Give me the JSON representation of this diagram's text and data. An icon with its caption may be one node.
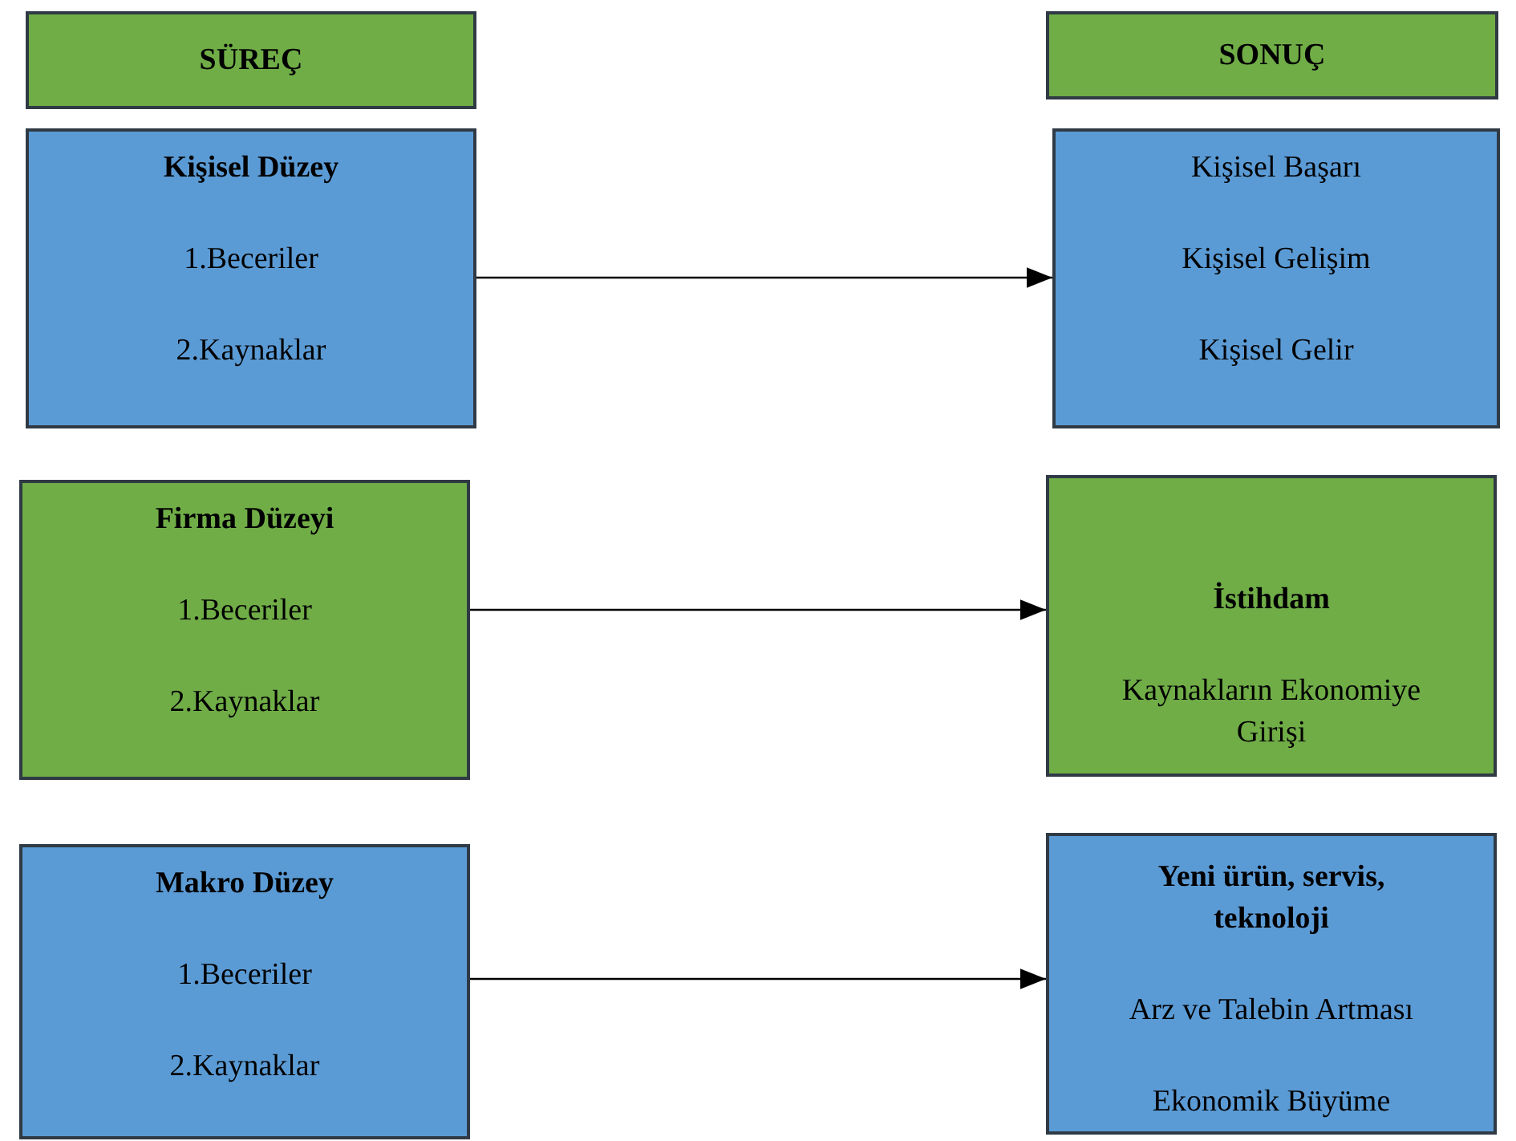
{
  "diagram": {
    "nodes": [
      {
        "text": [
          "SÜREÇ"
        ]
      },
      {
        "text": [
          "SONUÇ"
        ]
      },
      {
        "text": [
          "Kişisel Düzey",
          "1.Beceriler",
          "2.Kaynaklar"
        ]
      },
      {
        "text": [
          "Kişisel Başarı",
          "Kişisel Gelişim",
          "Kişisel Gelir"
        ]
      },
      {
        "text": [
          "Firma Düzeyi",
          "1.Beceriler",
          "2.Kaynaklar"
        ]
      },
      {
        "text": [
          "İstihdam",
          "Kaynakların Ekonomiye Girişi"
        ]
      },
      {
        "text": [
          "Makro Düzey",
          "1.Beceriler",
          "2.Kaynaklar"
        ]
      },
      {
        "text": [
          "Yeni ürün, servis, teknoloji",
          "Arz ve Talebin Artması",
          "Ekonomik Büyüme"
        ]
      }
    ],
    "edges": [
      {
        "from": 2,
        "to": 3,
        "arrow": "to"
      },
      {
        "from": 4,
        "to": 5,
        "arrow": "to"
      },
      {
        "from": 6,
        "to": 7,
        "arrow": "to"
      }
    ]
  }
}
